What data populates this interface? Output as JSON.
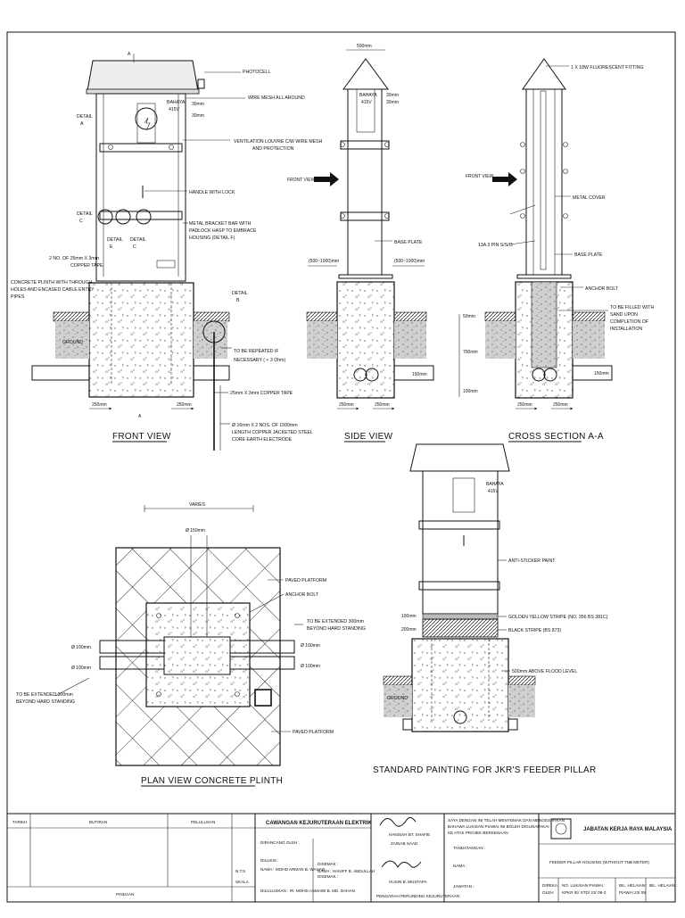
{
  "views": {
    "front": {
      "title": "FRONT VIEW",
      "pillar_sign": [
        "BAHAYA",
        "415V"
      ],
      "labels": {
        "photocell": "PHOTOCELL",
        "wire_mesh": "WIRE MESH ALL AROUND",
        "sign_dim_top": "30mm",
        "sign_dim_bottom": "30mm",
        "detail_a": [
          "DETAIL",
          "A"
        ],
        "ventilation": [
          "VENTILATION LOUVRE C/W WIRE MESH",
          "AND PROTECTION"
        ],
        "handle": "HANDLE WITH LOCK",
        "detail_c": [
          "DETAIL",
          "C"
        ],
        "detail_e": [
          "DETAIL",
          "E"
        ],
        "detail_c2": [
          "DETAIL",
          "C"
        ],
        "bracket": [
          "METAL BRACKET BAR WITH",
          "PADLOCK HASP TO EMBRACE",
          "HOUSING (DETAIL F)"
        ],
        "copper_tape_top": [
          "2 NO. OF 25mm X 3mm",
          "COPPER TAPE"
        ],
        "plinth_note": [
          "CONCRETE PLINTH WITH THROUGH",
          "HOLES AND ENCASED CABLE ENTRY",
          "PIPES"
        ],
        "detail_b": [
          "DETAIL",
          "B"
        ],
        "ground": "GROUND",
        "repeat": [
          "TO BE REPEATED IF",
          "NECESSARY ( < 3 Ohm)"
        ],
        "copper_tape": "25mm X 3mm COPPER TAPE",
        "electrode": [
          "Ø 16mm X 2 NOS. OF 1500mm",
          "LENGTH COPPER JACKETED STEEL",
          "CORE EARTH ELECTRODE"
        ],
        "dim_left": "250mm",
        "dim_right": "250mm",
        "section_mark": "A"
      }
    },
    "side": {
      "title": "SIDE VIEW",
      "pillar_sign": [
        "BAHAYA",
        "415V"
      ],
      "labels": {
        "width": "500mm",
        "sign_dim_top": "30mm",
        "sign_dim_bottom": "30mm",
        "front_view": "FRONT VIEW",
        "base_plate": "BASE PLATE",
        "dim_left": "(500~1000)mm",
        "dim_right": "(500~1000)mm",
        "h_top": "50mm",
        "h_mid": "700mm",
        "h_bot": "100mm",
        "pipe_h": "150mm",
        "dim_bl": "250mm",
        "dim_br": "250mm"
      }
    },
    "section": {
      "title": "CROSS SECTION A-A",
      "labels": {
        "fitting": "1 X 18W FLUORESCENT FITTING",
        "front_view": "FRONT VIEW",
        "metal_cover": "METAL COVER",
        "pin": "13A 3 PIN S/S/O",
        "base_plate": "BASE PLATE",
        "anchor_bolt": "ANCHOR BOLT",
        "sand": [
          "TO BE FILLED WITH",
          "SAND UPON",
          "COMPLETION OF",
          "INSTALLATION"
        ],
        "pipe_h": "150mm",
        "dim_bl": "250mm",
        "dim_br": "250mm"
      }
    },
    "plan": {
      "title": "PLAN VIEW CONCRETE PLINTH",
      "labels": {
        "varies": "VARIES",
        "dia_top": "Ø 150mm",
        "paved_top": "PAVED PLATFORM",
        "anchor_bolt": "ANCHOR BOLT",
        "extend_right": [
          "TO BE EXTENDED 300mm",
          "BEYOND HARD STANDING"
        ],
        "dia_l1": "Ø 100mm",
        "dia_l2": "Ø 100mm",
        "dia_r1": "Ø 100mm",
        "dia_r2": "Ø 100mm",
        "extend_left": [
          "TO BE EXTENDED 300mm",
          "BEYOND HARD STANDING"
        ],
        "paved_bottom": "PAVED PLATFORM"
      }
    },
    "painting": {
      "title": "STANDARD PAINTING FOR JKR'S FEEDER PILLAR",
      "pillar_sign": [
        "BAHAYA",
        "415V"
      ],
      "labels": {
        "anti_sticker": "ANTI-STICKER PAINT",
        "h1": "100mm",
        "h2": "200mm",
        "yellow": "GOLDEN YELLOW STRIPE (NO. 356 BS 381C)",
        "black": "BLACK STRIPE (BS 873)",
        "flood": "500mm ABOVE FLOOD LEVEL",
        "ground": "GROUND"
      }
    }
  },
  "title_block": {
    "col1_head": "TARIKH",
    "col2_head": "BUTIRAN",
    "col3_head": "PELULUSAN",
    "bottom_left": "PINDAAN",
    "scale_label": "N.T.S",
    "scale_sub": "SKALA",
    "branch": "CAWANGAN KEJURUTERAAN ELEKTRIK",
    "staff": [
      "DIRANCANG OLEH :",
      "DISEMAK :",
      "DILUKIS :",
      "DISEMAK :",
      "NAMA : MOHD ARMAN B. WAHAB",
      "NAMA : HANIFF B. ABDULLAH",
      "DILULUSKAN : IR. MOHD ASMAWI B. MD. DAHAN"
    ],
    "sign_names": [
      "HANISAH BT. SHAFIE",
      "ZAINAB SAAD",
      "HUSIN B. MUSTAPA"
    ],
    "sign_role": "PENGARAH PERUNDING KEJURUTERAAN",
    "cert_text": [
      "SAYA DENGAN INI TELAH MENYEMAK DAN MENGESAHKAN",
      "BAHAWA LUKISAN PIAWAI INI BOLEH DIGUNAPAKAI",
      "KE ATAS PROJEK BERKENAAN"
    ],
    "cert_fields": [
      "TANDATANGAN :",
      "NAMA :",
      "JAWATAN :"
    ],
    "org": "JABATAN KERJA RAYA MALAYSIA",
    "drawing_title": "FEEDER PILLAR HOUSING (WITHOUT TNB METER)",
    "drawn_label": [
      "DIREKA",
      "OLEH"
    ],
    "no_label": "NO. LUKISAN PIAWAI :",
    "no_value": "KPKR /E/ STD/ 23/ 09-3",
    "sheet_label": "BIL. HELAIAN :",
    "sheet_value": "PIAWAI 23/ 09",
    "bil_label": "BIL. HELAIAN :"
  }
}
